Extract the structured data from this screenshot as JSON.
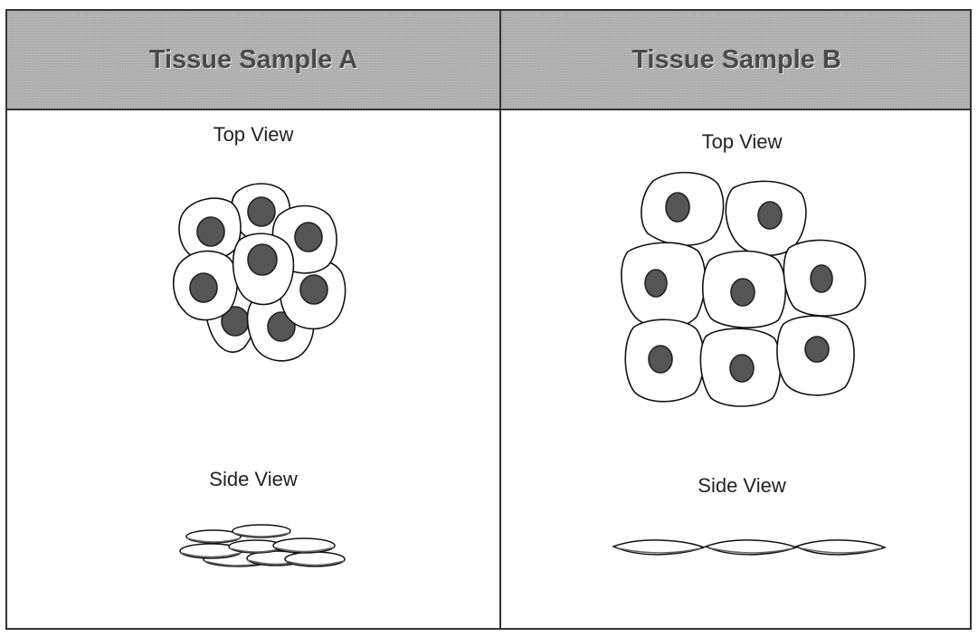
{
  "samples": [
    {
      "title": "Tissue Sample A",
      "top_view_label": "Top View",
      "side_view_label": "Side View"
    },
    {
      "title": "Tissue Sample B",
      "top_view_label": "Top View",
      "side_view_label": "Side View"
    }
  ]
}
